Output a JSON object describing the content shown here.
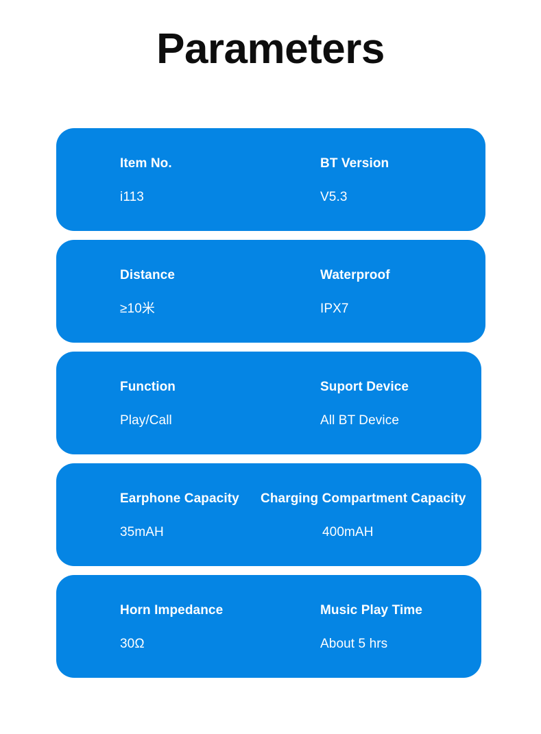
{
  "title": "Parameters",
  "theme": {
    "card_blue": "#0585e4",
    "page_background": "#ffffff",
    "title_color": "#0d0d0d",
    "card_text_color": "#ffffff"
  },
  "cards": [
    {
      "left": {
        "label": "Item No.",
        "value": "i113"
      },
      "right": {
        "label": "BT Version",
        "value": "V5.3"
      }
    },
    {
      "left": {
        "label": "Distance",
        "value": "≥10米"
      },
      "right": {
        "label": "Waterproof",
        "value": "IPX7"
      }
    },
    {
      "left": {
        "label": "Function",
        "value": "Play/Call"
      },
      "right": {
        "label": "Suport Device",
        "value": "All BT Device"
      }
    },
    {
      "left": {
        "label": "Earphone Capacity",
        "value": "35mAH"
      },
      "right": {
        "label": "Charging Compartment Capacity",
        "value": "400mAH"
      }
    },
    {
      "left": {
        "label": "Horn Impedance",
        "value": "30Ω"
      },
      "right": {
        "label": "Music Play Time",
        "value": "About 5 hrs"
      }
    }
  ]
}
